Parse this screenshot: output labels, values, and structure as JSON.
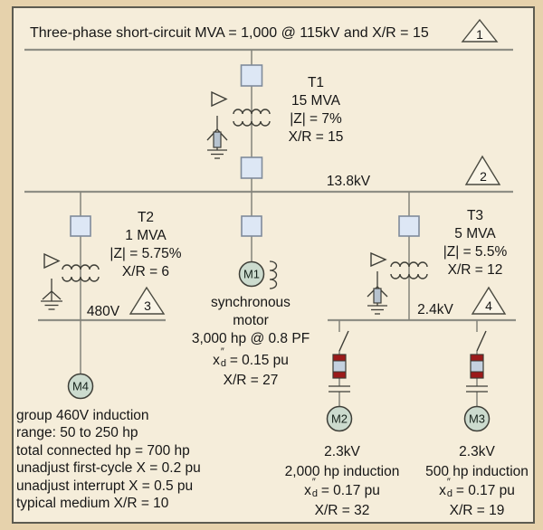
{
  "title": "Three-phase short-circuit MVA = 1,000 @ 115kV and X/R = 15",
  "markers": {
    "n1": "1",
    "n2": "2",
    "n3": "3",
    "n4": "4"
  },
  "buses": {
    "bus_13_8kv": "13.8kV",
    "bus_480v": "480V",
    "bus_2_4kv": "2.4kV"
  },
  "transformers": {
    "t1": {
      "name": "T1",
      "rating": "15 MVA",
      "z": "|Z| = 7%",
      "xr": "X/R = 15"
    },
    "t2": {
      "name": "T2",
      "rating": "1 MVA",
      "z": "|Z| = 5.75%",
      "xr": "X/R = 6"
    },
    "t3": {
      "name": "T3",
      "rating": "5 MVA",
      "z": "|Z| = 5.5%",
      "xr": "X/R = 12"
    }
  },
  "motors": {
    "m1": {
      "tag": "M1",
      "type_line1": "synchronous",
      "type_line2": "motor",
      "rating": "3,000 hp @ 0.8 PF",
      "xd": {
        "base": "x",
        "sup": "″",
        "sub": "d",
        "rest": "= 0.15 pu"
      },
      "xr": "X/R = 27"
    },
    "m2": {
      "tag": "M2",
      "kv": "2.3kV",
      "desc": "2,000 hp induction",
      "xd": {
        "base": "x",
        "sup": "″",
        "sub": "d",
        "rest": "= 0.17 pu"
      },
      "xr": "X/R = 32"
    },
    "m3": {
      "tag": "M3",
      "kv": "2.3kV",
      "desc": "500 hp induction",
      "xd": {
        "base": "x",
        "sup": "″",
        "sub": "d",
        "rest": "= 0.17 pu"
      },
      "xr": "X/R = 19"
    },
    "m4": {
      "tag": "M4",
      "notes": [
        "group 460V induction",
        "range: 50 to 250 hp",
        "total connected hp = 700 hp",
        "unadjust first-cycle X = 0.2 pu",
        "unadjust interrupt X = 0.5 pu",
        "typical medium X/R = 10"
      ]
    }
  },
  "colors": {
    "outer_background": "#e6d2ac",
    "panel_background": "#f5edda",
    "panel_border": "#5c5b50",
    "bus_line": "#8f8f85",
    "drop_line": "#83837a",
    "symbol_stroke": "#3e3e37",
    "breaker_fill": "#dde7f5",
    "breaker_stroke": "#7f8b9b",
    "motor_fill": "#ccdbce",
    "fuse_body": "#c4d1df",
    "fuse_band": "#9b1a1a",
    "resistor_fill": "#b7c3cf",
    "triangle_fill": "#faf5e7"
  }
}
